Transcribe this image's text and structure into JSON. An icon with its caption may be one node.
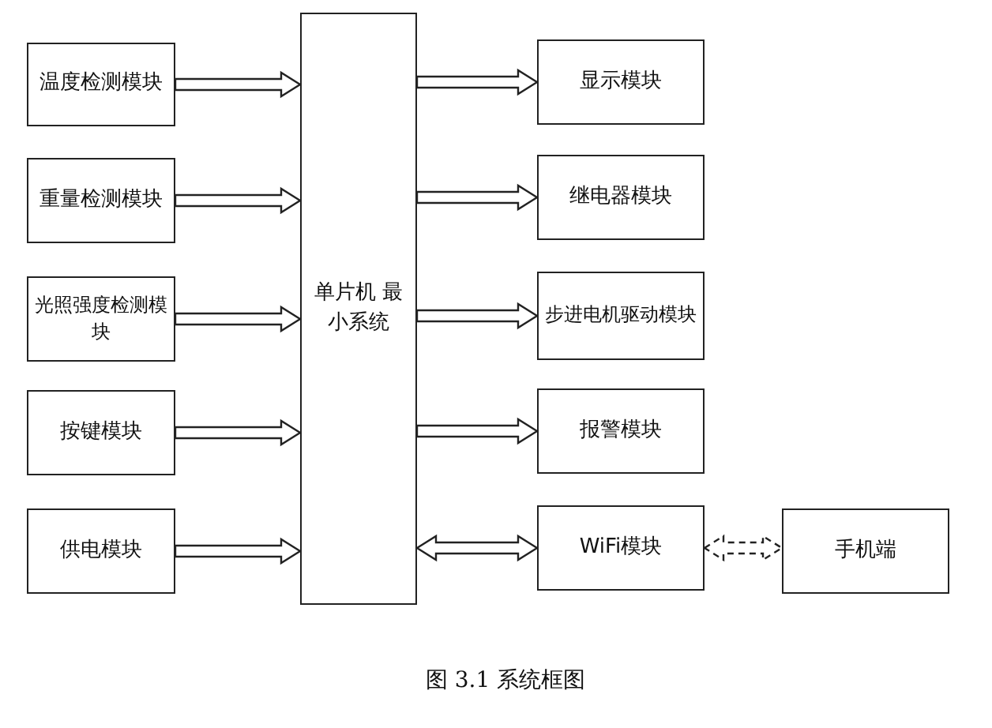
{
  "diagram": {
    "caption": "图 3.1 系统框图",
    "nodes": [
      {
        "text": [
          "温度检测模块"
        ]
      },
      {
        "text": [
          "重量检测模块"
        ]
      },
      {
        "text": [
          "光照强度检测模块"
        ]
      },
      {
        "text": [
          "按键模块"
        ]
      },
      {
        "text": [
          "供电模块"
        ]
      },
      {
        "text": [
          "单片机 最小系统"
        ]
      },
      {
        "text": [
          "显示模块"
        ]
      },
      {
        "text": [
          "继电器模块"
        ]
      },
      {
        "text": [
          "步进电机驱动模块"
        ]
      },
      {
        "text": [
          "报警模块"
        ]
      },
      {
        "text": [
          "WiFi模块"
        ]
      },
      {
        "text": [
          "手机端"
        ]
      }
    ],
    "edges": [
      {
        "from": 0,
        "to": 5,
        "arrow": "to"
      },
      {
        "from": 1,
        "to": 5,
        "arrow": "to"
      },
      {
        "from": 2,
        "to": 5,
        "arrow": "to"
      },
      {
        "from": 3,
        "to": 5,
        "arrow": "to"
      },
      {
        "from": 4,
        "to": 5,
        "arrow": "to"
      },
      {
        "from": 5,
        "to": 6,
        "arrow": "to"
      },
      {
        "from": 5,
        "to": 7,
        "arrow": "to"
      },
      {
        "from": 5,
        "to": 8,
        "arrow": "to"
      },
      {
        "from": 5,
        "to": 9,
        "arrow": "to"
      },
      {
        "from": 5,
        "to": 10,
        "arrow": "both"
      },
      {
        "from": 10,
        "to": 11,
        "arrow": "both",
        "style": "dashed"
      }
    ]
  }
}
